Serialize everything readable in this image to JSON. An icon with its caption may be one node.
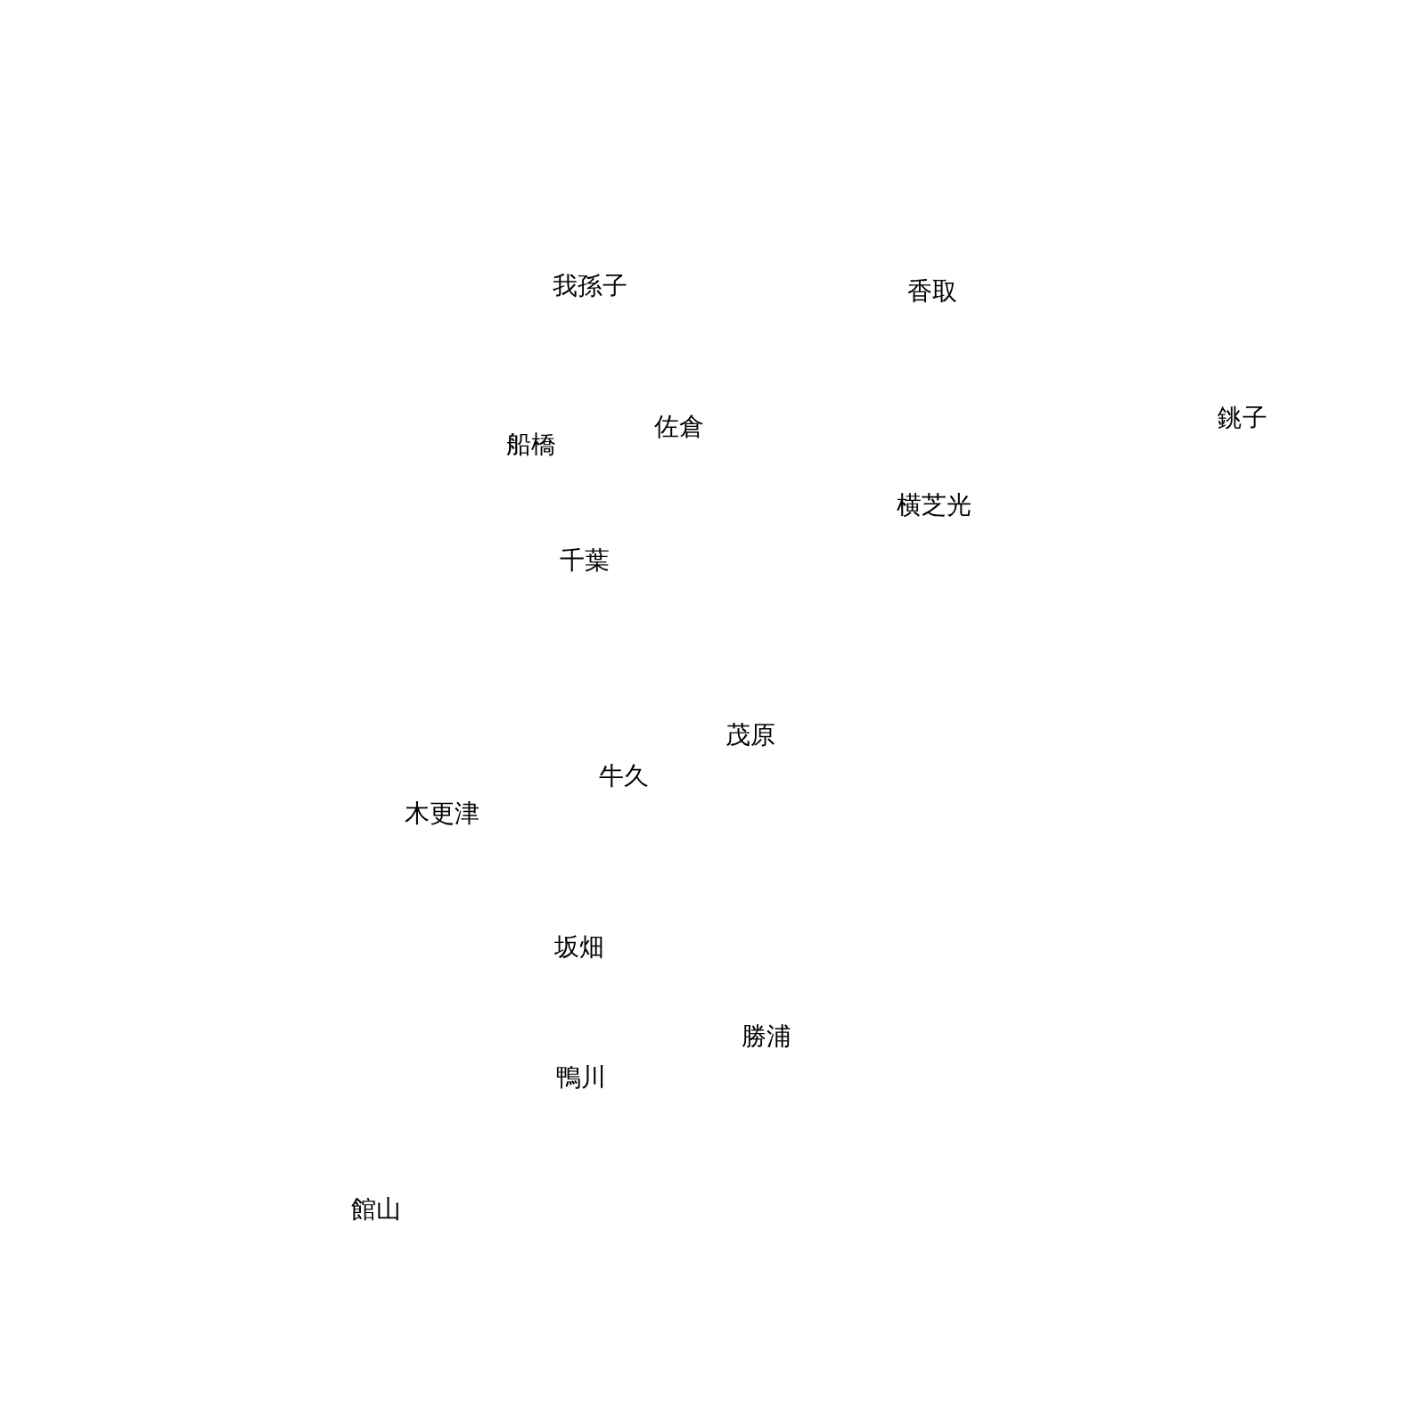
{
  "diagram": {
    "labels": [
      "我孫子",
      "香取",
      "銚子",
      "佐倉",
      "船橋",
      "横芝光",
      "千葉",
      "茂原",
      "牛久",
      "木更津",
      "坂畑",
      "勝浦",
      "鴨川",
      "館山"
    ]
  }
}
